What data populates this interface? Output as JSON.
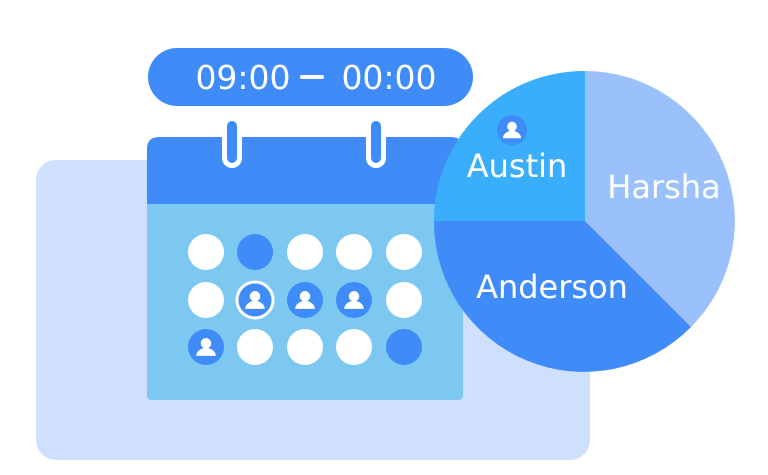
{
  "schedule": {
    "time_range": {
      "start": "09:00",
      "end": "00:00"
    },
    "calendar": {
      "rows": [
        [
          "empty",
          "filled",
          "empty",
          "empty",
          "empty"
        ],
        [
          "empty",
          "user-selected",
          "user",
          "user",
          "empty"
        ],
        [
          "user",
          "empty",
          "empty",
          "empty",
          "filled"
        ]
      ]
    }
  },
  "pie": {
    "segments": [
      {
        "label": "Austin",
        "icon": "user-icon"
      },
      {
        "label": "Harsha"
      },
      {
        "label": "Anderson"
      }
    ]
  },
  "colors": {
    "panel_bg": "#cfe0fd",
    "time_pill": "#3f8bf7",
    "calendar_header": "#3f8bf7",
    "calendar_body": "#7dc8f1",
    "slot_empty": "#ffffff",
    "slot_filled": "#3f8bf7",
    "austin": "#3aaefb",
    "harsha": "#9bc1fd",
    "anderson": "#3f8bf7"
  }
}
